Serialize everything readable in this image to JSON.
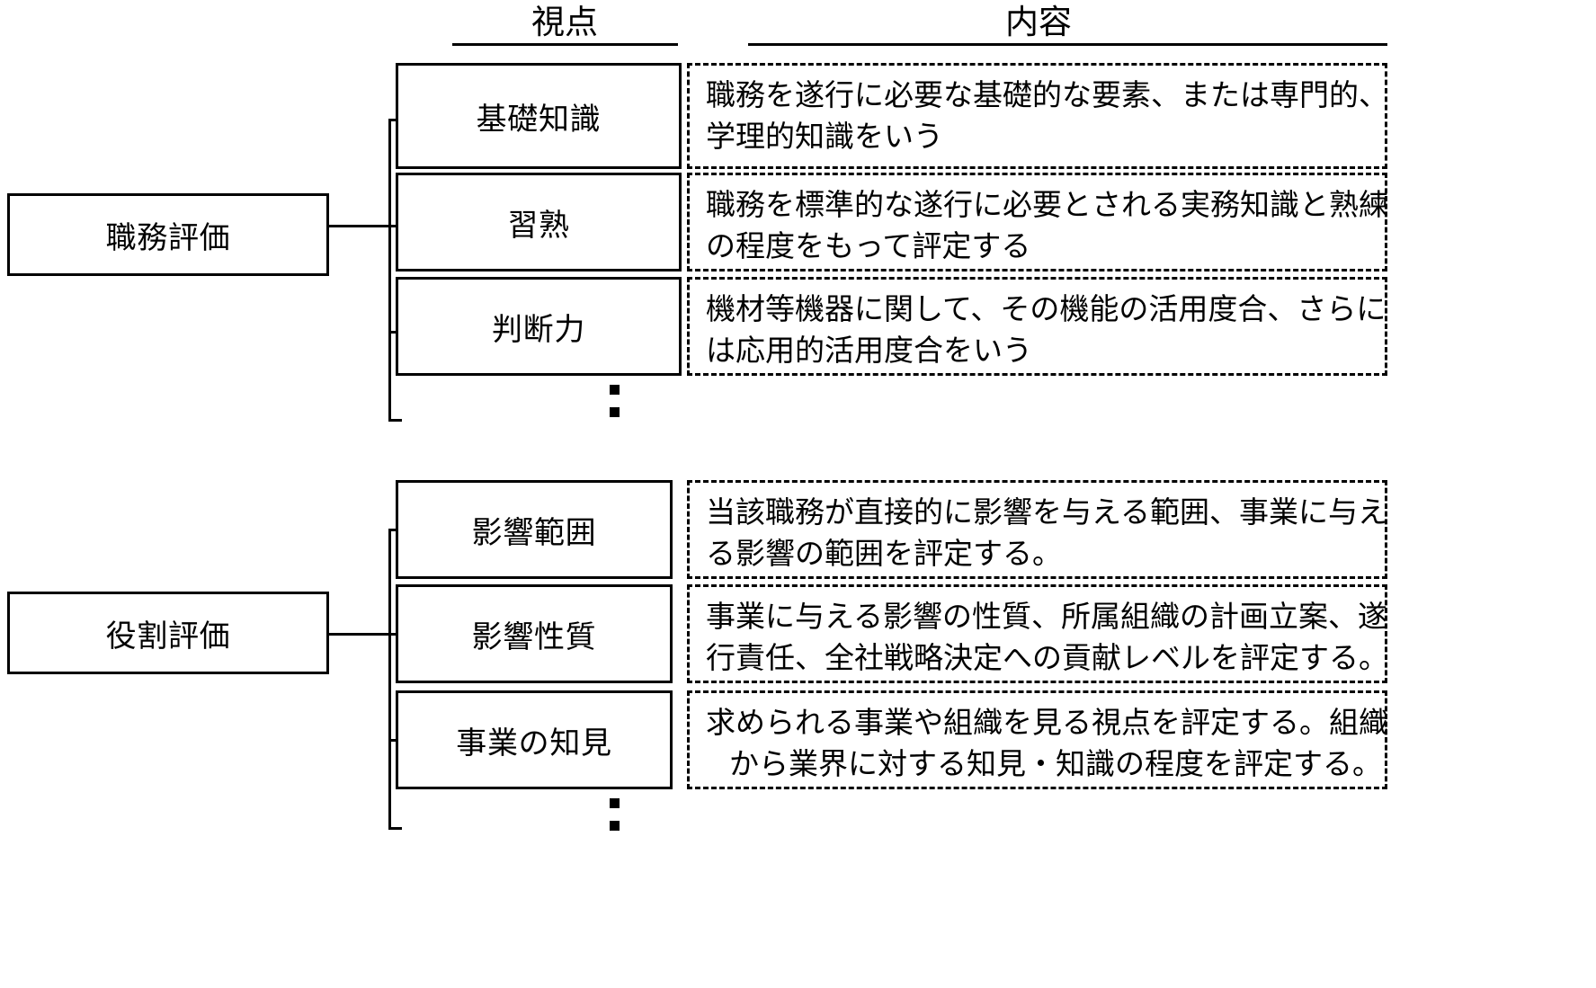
{
  "headers": {
    "viewpoint": "視点",
    "content": "内容"
  },
  "groups": [
    {
      "root": "職務評価",
      "rows": [
        {
          "viewpoint": "基礎知識",
          "content_lines": [
            "職務を遂行に必要な基礎的な要素、または専門的、",
            "学理的知識をいう"
          ]
        },
        {
          "viewpoint": "習熟",
          "content_lines": [
            "職務を標準的な遂行に必要とされる実務知識と熟練",
            "の程度をもって評定する"
          ]
        },
        {
          "viewpoint": "判断力",
          "content_lines": [
            "機材等機器に関して、その機能の活用度合、さらに",
            "は応用的活用度合をいう"
          ]
        }
      ],
      "more_indicator": "⋮"
    },
    {
      "root": "役割評価",
      "rows": [
        {
          "viewpoint": "影響範囲",
          "content_lines": [
            "当該職務が直接的に影響を与える範囲、事業に与え",
            "る影響の範囲を評定する。"
          ]
        },
        {
          "viewpoint": "影響性質",
          "content_lines": [
            "事業に与える影響の性質、所属組織の計画立案、遂",
            "行責任、全社戦略決定への貢献レベルを評定する。"
          ]
        },
        {
          "viewpoint": "事業の知見",
          "content_lines": [
            "求められる事業や組織を見る視点を評定する。組織",
            "から業界に対する知見・知識の程度を評定する。"
          ]
        }
      ],
      "more_indicator": "⋮"
    }
  ],
  "colors": {
    "line": "#000000",
    "background": "#ffffff",
    "text": "#000000"
  }
}
